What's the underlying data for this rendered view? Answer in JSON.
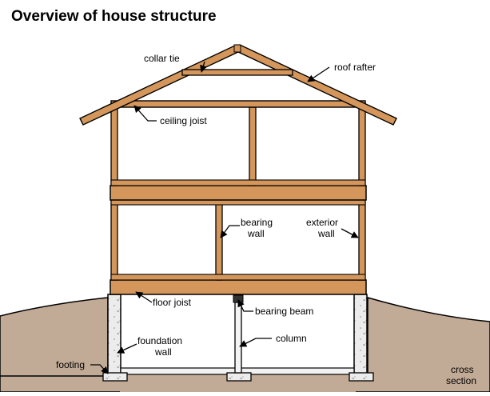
{
  "title": "Overview of house structure",
  "labels": {
    "collar_tie": "collar tie",
    "roof_rafter": "roof rafter",
    "ceiling_joist": "ceiling joist",
    "bearing_wall_1": "bearing",
    "bearing_wall_2": "wall",
    "exterior_wall_1": "exterior",
    "exterior_wall_2": "wall",
    "floor_joist": "floor joist",
    "bearing_beam": "bearing beam",
    "foundation_wall_1": "foundation",
    "foundation_wall_2": "wall",
    "column": "column",
    "footing": "footing",
    "cross_section_1": "cross",
    "cross_section_2": "section"
  },
  "colors": {
    "wood": "#d4965a",
    "ground": "#c2ab96",
    "concrete": "#e8e8e8",
    "outline": "#000000"
  }
}
